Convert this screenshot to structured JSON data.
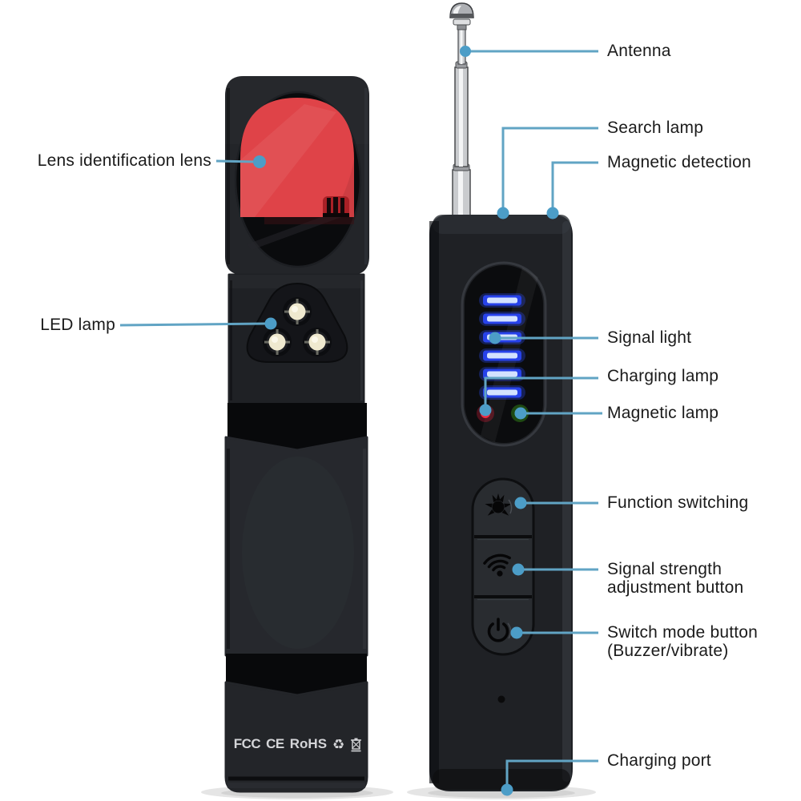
{
  "title": "Anti-spy detector annotated product diagram",
  "colors": {
    "background": "#ffffff",
    "callout_line": "#61a4c4",
    "callout_dot": "#4c9dc7",
    "label_text": "#1b1b1b",
    "device_body": "#212327",
    "lens_filter_red": "#df4348",
    "signal_bar_blue": "#2742ea",
    "charging_led_red": "#f2293e",
    "magnetic_led_green": "#4fd41f",
    "led_dome_ivory": "#efe9cf"
  },
  "labels": {
    "antenna": "Antenna",
    "search_lamp": "Search lamp",
    "magnetic_detection": "Magnetic detection",
    "lens_identification_lens": "Lens identification lens",
    "led_lamp": "LED lamp",
    "signal_light": "Signal light",
    "charging_lamp": "Charging lamp",
    "magnetic_lamp": "Magnetic lamp",
    "function_switching": "Function switching",
    "signal_strength_line1": "Signal strength",
    "signal_strength_line2": "adjustment button",
    "switch_mode_line1": "Switch mode button",
    "switch_mode_line2": "(Buzzer/vibrate)",
    "charging_port": "Charging port"
  },
  "device_front": {
    "description": "front view with red lens identification filter and 3 LED lamps",
    "led_lamp_count": 3,
    "regulatory_marks": {
      "fcc": "FCC",
      "ce": "CE",
      "rohs": "RoHS"
    },
    "regulatory_icons": [
      "recycle-icon",
      "weee-bin-icon"
    ]
  },
  "device_side": {
    "description": "side view with telescopic antenna, signal bar display and 3 buttons",
    "signal_bar_count": 6,
    "indicator_leds": [
      "charging-red",
      "magnetic-green"
    ],
    "button_icons": [
      "sun-icon",
      "wifi-icon",
      "power-icon"
    ]
  }
}
